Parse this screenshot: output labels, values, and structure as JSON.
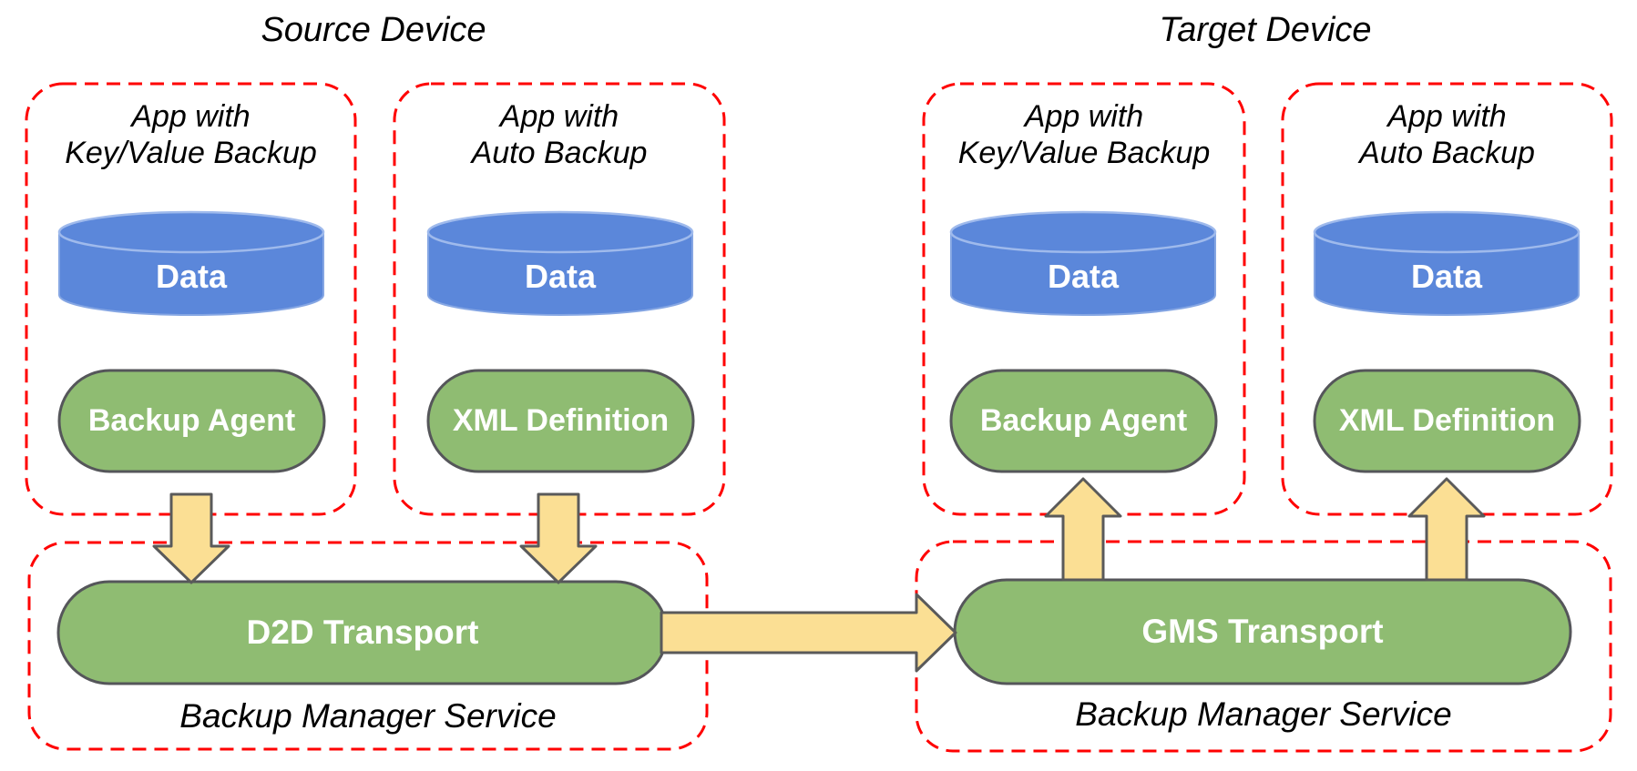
{
  "source": {
    "title": "Source Device",
    "apps": [
      {
        "line1": "App with",
        "line2": "Key/Value Backup",
        "data_label": "Data",
        "component": "Backup Agent"
      },
      {
        "line1": "App with",
        "line2": "Auto Backup",
        "data_label": "Data",
        "component": "XML Definition"
      }
    ],
    "manager": {
      "transport": "D2D Transport",
      "label": "Backup Manager Service"
    }
  },
  "target": {
    "title": "Target Device",
    "apps": [
      {
        "line1": "App with",
        "line2": "Key/Value Backup",
        "data_label": "Data",
        "component": "Backup Agent"
      },
      {
        "line1": "App with",
        "line2": "Auto Backup",
        "data_label": "Data",
        "component": "XML Definition"
      }
    ],
    "manager": {
      "transport": "GMS Transport",
      "label": "Backup Manager Service"
    }
  },
  "icons": {
    "down_arrow": "flow-down-arrow",
    "up_arrow": "flow-up-arrow",
    "right_arrow": "transport-flow-right-arrow"
  },
  "colors": {
    "background": "#ffffff",
    "dashed_border": "#ff0000",
    "cylinder_fill": "#5b87da",
    "cylinder_stroke": "#9fbaec",
    "pill_fill": "#8fbc72",
    "pill_stroke": "#55565a",
    "arrow_fill": "#fbdf94",
    "arrow_stroke": "#5a5a5a",
    "label_on_fill": "#ffffff",
    "label_text": "#000000"
  }
}
